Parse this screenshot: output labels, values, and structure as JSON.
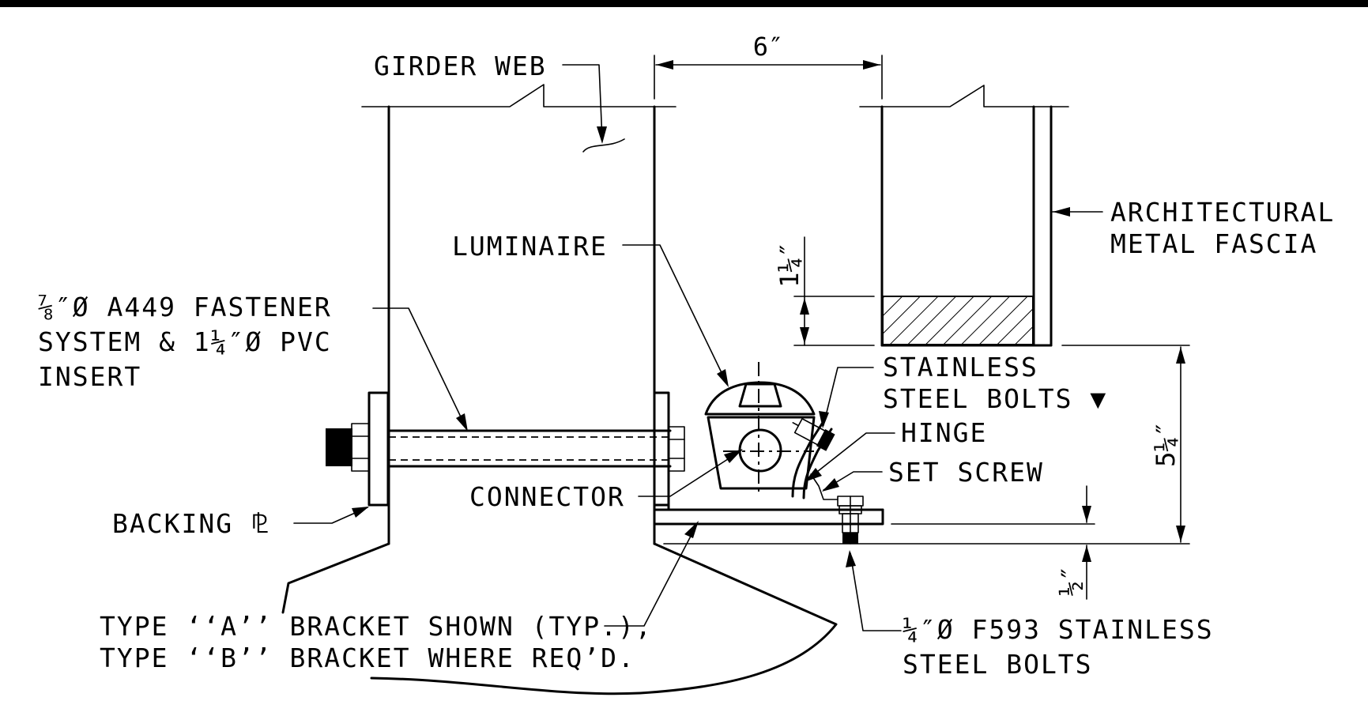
{
  "labels": {
    "girder_web": "GIRDER WEB",
    "luminaire": "LUMINAIRE",
    "fastener_line1": "⅞″Ø A449 FASTENER",
    "fastener_line2": "SYSTEM & 1¼″Ø PVC",
    "fastener_line3": "INSERT",
    "backing_plate": "BACKING ⅊",
    "connector": "CONNECTOR",
    "stainless_bolts_line1": "STAINLESS",
    "stainless_bolts_line2": "STEEL BOLTS ▼",
    "hinge": "HINGE",
    "set_screw": "SET SCREW",
    "fascia_line1": "ARCHITECTURAL",
    "fascia_line2": "METAL FASCIA",
    "bracket_line1": "TYPE ‘‘A’’ BRACKET SHOWN (TYP.),",
    "bracket_line2": "TYPE ‘‘B’’ BRACKET WHERE REQ’D.",
    "f593_line1": "¼″Ø F593 STAINLESS",
    "f593_line2": "STEEL BOLTS"
  },
  "dimensions": {
    "top_spacing": "6″",
    "fascia_band": "1¼″",
    "overall_height": "5¼″",
    "bottom_gap": "½″"
  },
  "colors": {
    "line": "#000000",
    "background": "#ffffff"
  }
}
